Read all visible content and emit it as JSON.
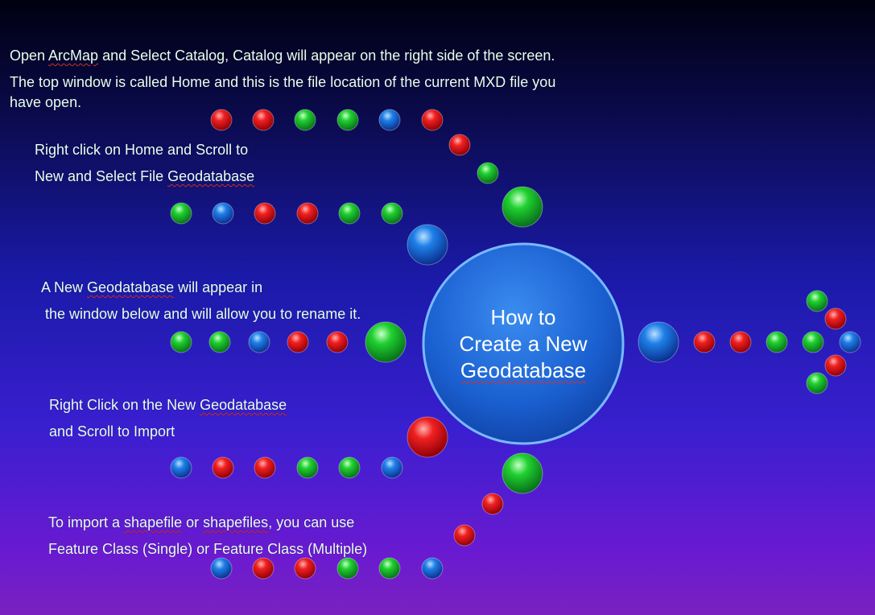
{
  "title_lines": [
    "How to",
    "Create a New",
    "Geodatabase"
  ],
  "steps": [
    {
      "line1_a": "Open ",
      "line1_b": "ArcMap",
      "line1_c": " and Select Catalog, Catalog will appear on the right side of the screen.",
      "line2": "The top window is called Home  and this is the file location of the current  MXD file  you",
      "line3": "have open."
    },
    {
      "line1": "Right click on Home and Scroll to",
      "line2_a": "New  and Select File ",
      "line2_b": "Geodatabase"
    },
    {
      "line1_a": "A New ",
      "line1_b": "Geodatabase",
      "line1_c": " will appear in",
      "line2": "the window below and will allow you to rename it."
    },
    {
      "line1_a": "Right Click on the New ",
      "line1_b": "Geodatabase",
      "line2": "and Scroll to Import"
    },
    {
      "line1_a": "To import a ",
      "line1_b": "shapefile",
      "line1_c": " or ",
      "line1_d": "shapefiles",
      "line1_e": ", you can use",
      "line2": "Feature Class (Single) or Feature Class (Multiple)"
    }
  ],
  "colors": {
    "red": "#e8141c",
    "green": "#18c828",
    "blue": "#1a78e0",
    "center": "#1a6ae0"
  },
  "beads": {
    "row1": [
      "red",
      "red",
      "green",
      "green",
      "blue",
      "red"
    ],
    "row1_tail": [
      "red",
      "green"
    ],
    "row2": [
      "green",
      "blue",
      "red",
      "red",
      "green",
      "green"
    ],
    "row3": [
      "green",
      "green",
      "blue",
      "red",
      "red"
    ],
    "row4": [
      "blue",
      "red",
      "red",
      "green",
      "green",
      "blue"
    ],
    "row5_tail": [
      "green",
      "red",
      "red"
    ],
    "row5": [
      "blue",
      "red",
      "red",
      "green",
      "green",
      "blue"
    ],
    "right_shaft": [
      "red",
      "red",
      "green",
      "green"
    ],
    "right_head": [
      "green",
      "red",
      "blue",
      "red",
      "green"
    ]
  }
}
